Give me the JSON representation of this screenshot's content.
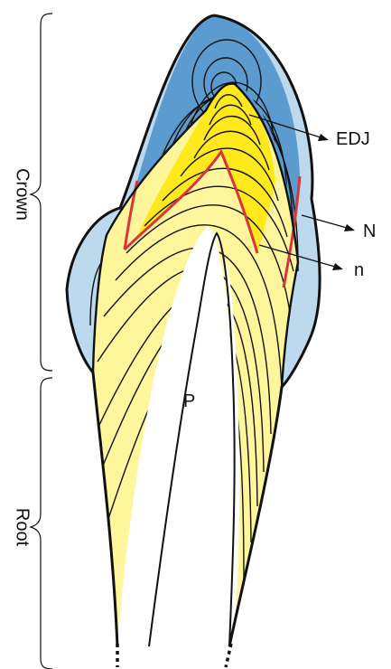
{
  "labels": {
    "crown": "Crown",
    "root": "Root",
    "edj": "EDJ",
    "n_upper": "N",
    "n_lower": "n",
    "pulp": "P"
  },
  "colors": {
    "enamel_blue": "#5b9bd0",
    "enamel_light": "#bcd9ee",
    "dentin_yellow": "#fff59a",
    "dentin_bright": "#ffe81c",
    "neonatal_line": "#d8363c",
    "outline": "#111111"
  }
}
